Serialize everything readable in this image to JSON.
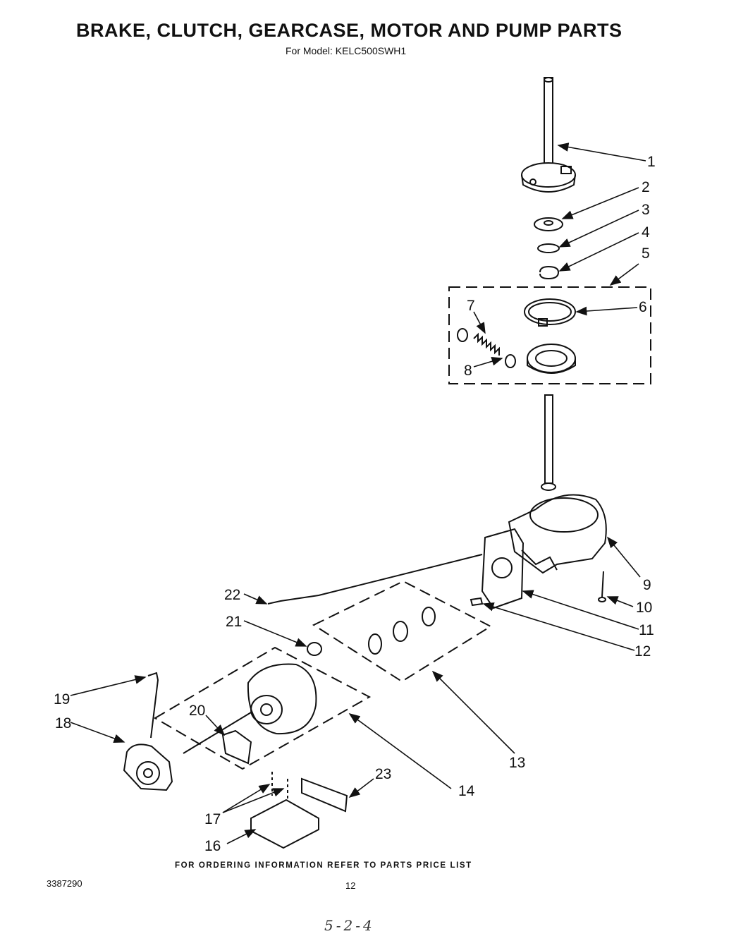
{
  "header": {
    "title": "BRAKE, CLUTCH, GEARCASE, MOTOR AND PUMP PARTS",
    "subtitle": "For Model: KELC500SWH1"
  },
  "callouts": {
    "c1": "1",
    "c2": "2",
    "c3": "3",
    "c4": "4",
    "c5": "5",
    "c6": "6",
    "c7": "7",
    "c8": "8",
    "c9": "9",
    "c10": "10",
    "c11": "11",
    "c12": "12",
    "c13": "13",
    "c14": "14",
    "c16": "16",
    "c17": "17",
    "c18": "18",
    "c19": "19",
    "c20": "20",
    "c21": "21",
    "c22": "22",
    "c23": "23"
  },
  "footer": {
    "ordering_note": "FOR ORDERING INFORMATION REFER TO PARTS PRICE LIST",
    "doc_number": "3387290",
    "page_number": "12",
    "handwritten_note": "5-2-4"
  }
}
